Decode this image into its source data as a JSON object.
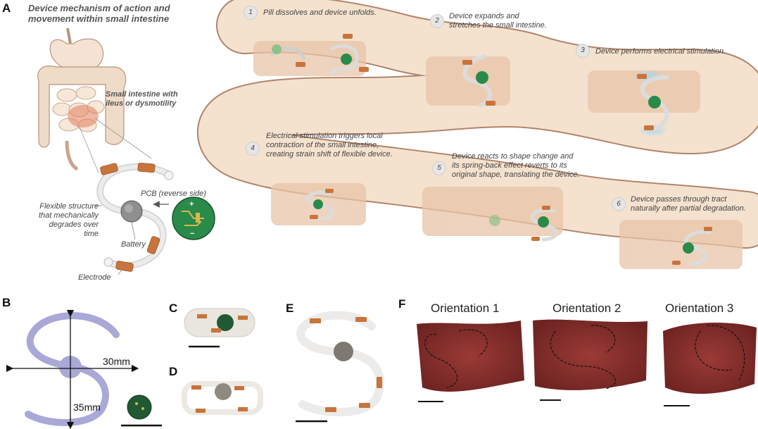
{
  "panels": {
    "a": "A",
    "b": "B",
    "c": "C",
    "d": "D",
    "e": "E",
    "f": "F"
  },
  "panel_a": {
    "title_line1": "Device mechanism of action and",
    "title_line2": "movement within small intestine",
    "intestine_label_line1": "Small intestine with",
    "intestine_label_line2": "ileus or dysmotility",
    "pcb_label": "PCB (reverse side)",
    "flex_label_line1": "Flexible structure",
    "flex_label_line2": "that mechanically",
    "flex_label_line3": "degrades over time",
    "battery_label": "Battery",
    "electrode_label": "Electrode",
    "pcb_plus": "+",
    "pcb_minus": "−"
  },
  "steps": [
    {
      "num": "1",
      "line1": "Pill dissolves and device unfolds.",
      "line2": "",
      "line3": ""
    },
    {
      "num": "2",
      "line1": "Device expands and",
      "line2": "stretches the small intestine.",
      "line3": ""
    },
    {
      "num": "3",
      "line1": "Device performs electrical stimulation.",
      "line2": "",
      "line3": ""
    },
    {
      "num": "4",
      "line1": "Electrical stimulation triggers local",
      "line2": "contraction of the small intestine,",
      "line3": "creating strain shift of flexible device."
    },
    {
      "num": "5",
      "line1": "Device reacts to shape change and",
      "line2": "its spring-back effect reverts to its",
      "line3": "original shape, translating the device."
    },
    {
      "num": "6",
      "line1": "Device passes through tract",
      "line2": "naturally after partial degradation.",
      "line3": ""
    }
  ],
  "panel_b": {
    "width_label": "30mm",
    "height_label": "35mm"
  },
  "panel_f": {
    "orientations": [
      "Orientation 1",
      "Orientation 2",
      "Orientation 3"
    ]
  },
  "colors": {
    "intestine": "#f1dcc6",
    "intestine_edge": "#a9775a",
    "electrode": "#c8743a",
    "pcb": "#1f7a3c",
    "device_b": "#a9a8d6",
    "tissue": "#8a2f2c"
  }
}
